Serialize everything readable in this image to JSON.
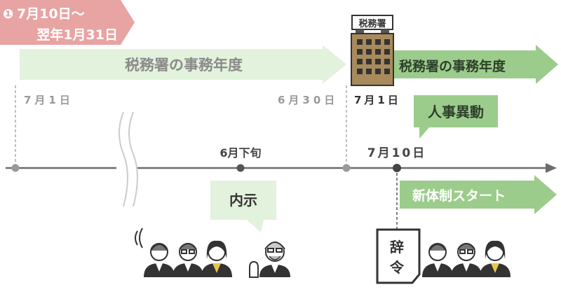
{
  "badge": {
    "number": "❶",
    "line1": "7月10日～",
    "line2": "翌年1月31日"
  },
  "fiscal_banner_left": "税務署の事務年度",
  "fiscal_banner_right": "税務署の事務年度",
  "tax_office_sign": "税務署",
  "dates": {
    "july1_left": "7月1日",
    "june30": "6月30日",
    "july1_right": "7月1日",
    "late_june": "6月下旬",
    "july10": "7月10日"
  },
  "personnel_change": "人事異動",
  "informal_notice": "内示",
  "new_structure": "新体制スタート",
  "appointment_doc": {
    "line1": "辞",
    "line2": "令"
  },
  "colors": {
    "pink_badge": "#e8a3a3",
    "light_green": "#e2f2dc",
    "mid_green": "#9ccc8c",
    "building": "#a88a5c",
    "timeline": "#6b6b6b",
    "dashed": "#aaaaaa"
  }
}
